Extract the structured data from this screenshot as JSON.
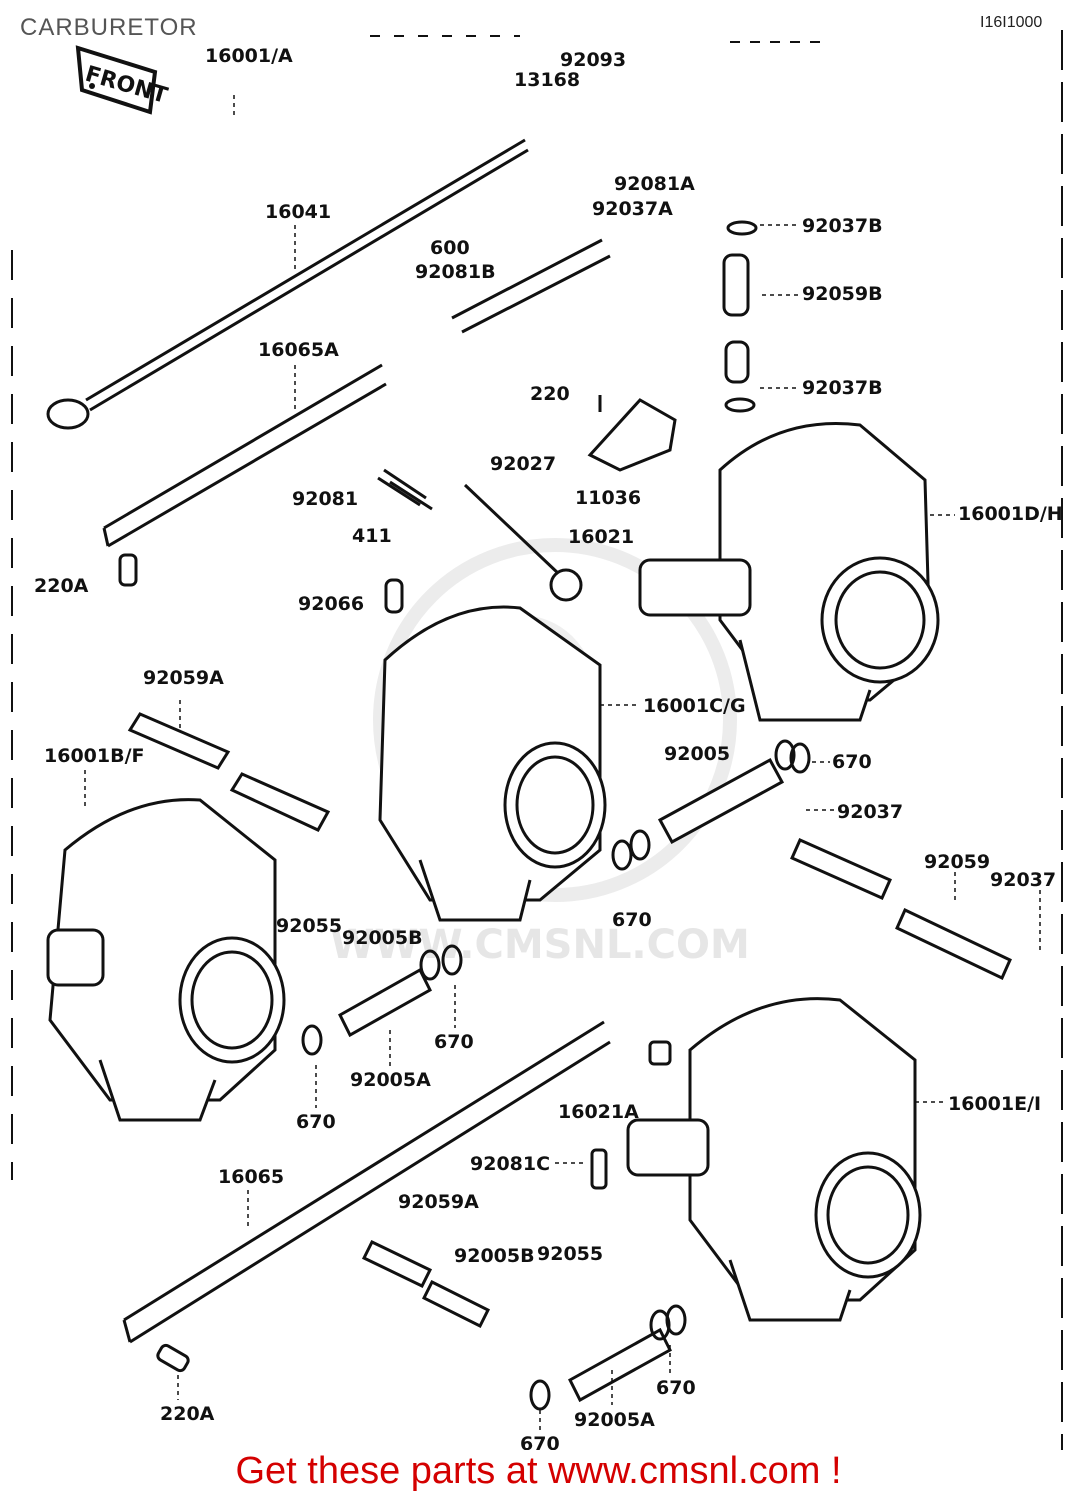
{
  "page": {
    "title": "CARBURETOR",
    "ref_code": "I16I1000",
    "footer_cta": "Get these parts at www.cmsnl.com !",
    "watermark_url": "WWW.CMSNL.COM",
    "front_stamp": "FRONT"
  },
  "colors": {
    "ink": "#111111",
    "footer": "#d40000",
    "title": "#555555",
    "watermark": "#e6e6e6"
  },
  "callouts": {
    "c16001a": "16001/A",
    "c92093": "92093",
    "c13168": "13168",
    "c92081a": "92081A",
    "c92037a": "92037A",
    "c16041": "16041",
    "c600": "600",
    "c92081b": "92081B",
    "c92037b_top": "92037B",
    "c92059b": "92059B",
    "c92037b_mid": "92037B",
    "c16065a": "16065A",
    "c220": "220",
    "c92027": "92027",
    "c11036": "11036",
    "c92081": "92081",
    "c411": "411",
    "c16021": "16021",
    "c16001dh": "16001D/H",
    "c220a_top": "220A",
    "c92066": "92066",
    "c92059a_top": "92059A",
    "c16001cg": "16001C/G",
    "c16001bf": "16001B/F",
    "c92005": "92005",
    "c670_a": "670",
    "c92037": "92037",
    "c670_b": "670",
    "c92059": "92059",
    "c92037_r": "92037",
    "c92055_l": "92055",
    "c92005b_l": "92005B",
    "c670_c": "670",
    "c92005a_l": "92005A",
    "c670_d": "670",
    "c16021a": "16021A",
    "c16001ei": "16001E/I",
    "c92081c": "92081C",
    "c16065": "16065",
    "c92059a_bot": "92059A",
    "c92005b_b": "92005B",
    "c92055_b": "92055",
    "c670_e": "670",
    "c92005a_b": "92005A",
    "c220a_bot": "220A",
    "c670_f": "670"
  }
}
